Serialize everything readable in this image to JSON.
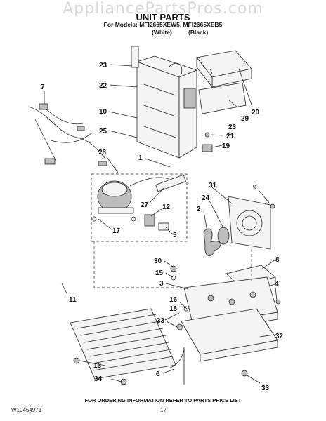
{
  "watermark": "AppliancePartsPros.com",
  "title": "UNIT PARTS",
  "models_line": "For Models: MFI2665XEW5, MFI2665XEB5",
  "color_white": "(White)",
  "color_black": "(Black)",
  "callouts": [
    "23",
    "22",
    "10",
    "25",
    "7",
    "28",
    "1",
    "27",
    "12",
    "17",
    "5",
    "2",
    "24",
    "31",
    "9",
    "30",
    "15",
    "3",
    "8",
    "4",
    "11",
    "16",
    "18",
    "33",
    "32",
    "13",
    "6",
    "34",
    "33",
    "23",
    "29",
    "20",
    "21",
    "19"
  ],
  "footer_note": "FOR ORDERING INFORMATION REFER TO PARTS PRICE LIST",
  "doc_number": "W10454971",
  "page_number": "17"
}
